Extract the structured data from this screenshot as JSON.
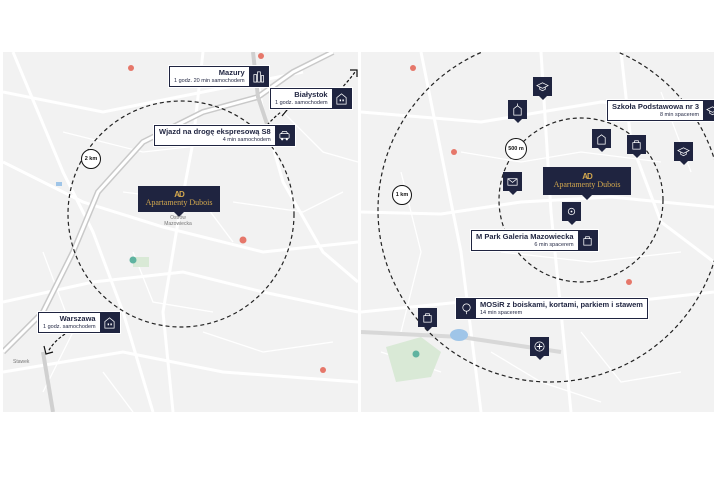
{
  "left_map": {
    "radius_label": "2 km",
    "brand": {
      "logo": "AD",
      "name": "Apartamenty Dubois"
    },
    "town": {
      "line1": "Ostrów",
      "line2": "Mazowiecka"
    },
    "destinations": [
      {
        "title": "Mazury",
        "sub": "1 godz. 20 min samochodem",
        "icon": "city-icon"
      },
      {
        "title": "Białystok",
        "sub": "1 godz. samochodem",
        "icon": "building-icon"
      },
      {
        "title": "Wjazd na drogę ekspresową S8",
        "sub": "4 min samochodem",
        "icon": "car-icon"
      },
      {
        "title": "Warszawa",
        "sub": "1 godz. samochodem",
        "icon": "building-icon"
      }
    ],
    "road_labels": [
      "Stawek"
    ]
  },
  "right_map": {
    "radius_inner": "500 m",
    "radius_outer": "1 km",
    "brand": {
      "logo": "AD",
      "name": "Apartamenty Dubois"
    },
    "destinations": [
      {
        "title": "Szkoła Podstawowa nr 3",
        "sub": "8 min spacerem",
        "icon": "school-icon"
      },
      {
        "title": "M Park Galeria Mazowiecka",
        "sub": "6 min spacerem",
        "icon": "shopping-bag-icon"
      },
      {
        "title": "MOSiR z boiskami, kortami, parkiem i stawem",
        "sub": "14 min spacerem",
        "icon": "tree-icon"
      }
    ]
  },
  "colors": {
    "navy": "#1f2440",
    "gold": "#d3a84e",
    "map_bg": "#f2f2f2",
    "road": "#ffffff"
  }
}
